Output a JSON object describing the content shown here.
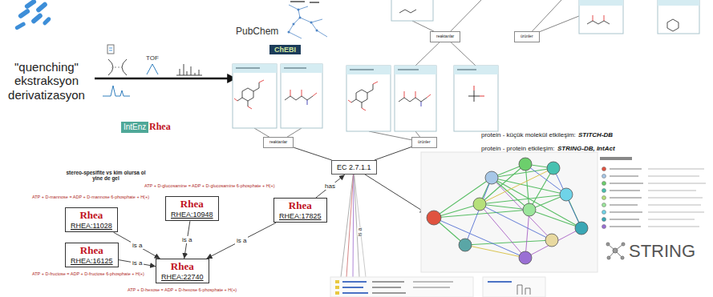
{
  "diagram": {
    "nodes": [
      {
        "text": [
          "reaktanlar"
        ]
      },
      {
        "text": [
          "ürünler"
        ]
      },
      {
        "text": [
          "reaktanlar"
        ]
      },
      {
        "text": [
          "ürünler"
        ]
      },
      {
        "text": [
          "EC 2.7.1.1"
        ]
      },
      {
        "text": [
          "Rhea",
          "RHEA:11028"
        ]
      },
      {
        "text": [
          "Rhea",
          "RHEA:10948"
        ]
      },
      {
        "text": [
          "Rhea",
          "RHEA:17825"
        ]
      },
      {
        "text": [
          "Rhea",
          "RHEA:16125"
        ]
      },
      {
        "text": [
          "Rhea",
          "RHEA:22740"
        ]
      }
    ],
    "edges": [
      {
        "from": 2,
        "to": 4,
        "arrow": "none"
      },
      {
        "from": 3,
        "to": 4,
        "arrow": "none"
      },
      {
        "from": 7,
        "to": 4,
        "label": "has",
        "arrow": "to"
      },
      {
        "from": 5,
        "to": 9,
        "label": "is a",
        "arrow": "to"
      },
      {
        "from": 6,
        "to": 9,
        "label": "is a",
        "arrow": "to"
      },
      {
        "from": 8,
        "to": 9,
        "label": "is a",
        "arrow": "to"
      },
      {
        "from": 7,
        "to": 9,
        "label": "is a",
        "arrow": "to"
      }
    ],
    "labels": [
      "\"quenching\" ekstraksyon derivatizasyon",
      "TOF",
      "PubChem",
      "ChEBI",
      "IntEnz",
      "Rhea",
      "stereo-spesifite vs kim olursa ol yine de gel",
      "ATP + D-mannose = ADP + D-mannose 6-phosphate + H(+)",
      "ATP + D-glucosamine = ADP + D-glucosamine 6-phosphate + H(+)",
      "ATP + D-fructose = ADP + D-fructose 6-phosphate + H(+)",
      "ATP + D-hexose = ADP + D-hexose 6-phosphate + H(+)",
      "protein - küçük molekül etkileşim:",
      "STITCH-DB",
      "protein - protein etkileşim:",
      "STRING-DB, IntAct",
      "is a",
      "STRING"
    ]
  }
}
